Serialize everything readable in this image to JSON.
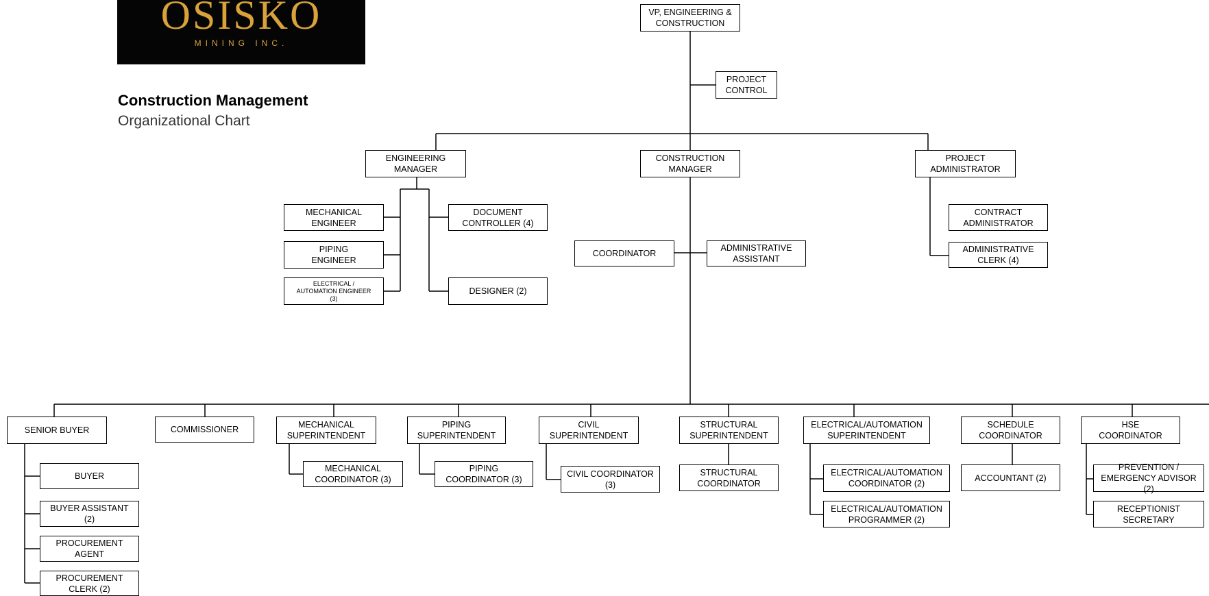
{
  "logo": {
    "name": "OSISKO",
    "subtitle": "MINING INC."
  },
  "heading": {
    "title": "Construction Management",
    "subtitle": "Organizational Chart"
  },
  "nodes": {
    "vp": "VP, ENGINEERING &\nCONSTRUCTION",
    "project_control": "PROJECT\nCONTROL",
    "engineering_manager": "ENGINEERING\nMANAGER",
    "construction_manager": "CONSTRUCTION\nMANAGER",
    "project_administrator": "PROJECT\nADMINISTRATOR",
    "mechanical_engineer": "MECHANICAL\nENGINEER",
    "piping_engineer": "PIPING\nENGINEER",
    "electrical_engineer": "ELECTRICAL /\nAUTOMATION ENGINEER\n(3)",
    "document_controller": "DOCUMENT\nCONTROLLER (4)",
    "designer": "DESIGNER (2)",
    "coordinator": "COORDINATOR",
    "administrative_assistant": "ADMINISTRATIVE\nASSISTANT",
    "contract_administrator": "CONTRACT\nADMINISTRATOR",
    "administrative_clerk": "ADMINISTRATIVE\nCLERK (4)",
    "senior_buyer": "SENIOR BUYER",
    "buyer": "BUYER",
    "buyer_assistant": "BUYER ASSISTANT\n(2)",
    "procurement_agent": "PROCUREMENT\nAGENT",
    "procurement_clerk": "PROCUREMENT\nCLERK (2)",
    "commissioner": "COMMISSIONER",
    "mechanical_superintendent": "MECHANICAL\nSUPERINTENDENT",
    "mechanical_coordinator": "MECHANICAL\nCOORDINATOR (3)",
    "piping_superintendent": "PIPING\nSUPERINTENDENT",
    "piping_coordinator": "PIPING\nCOORDINATOR (3)",
    "civil_superintendent": "CIVIL\nSUPERINTENDENT",
    "civil_coordinator": "CIVIL COORDINATOR\n(3)",
    "structural_superintendent": "STRUCTURAL\nSUPERINTENDENT",
    "structural_coordinator": "STRUCTURAL\nCOORDINATOR",
    "electrical_superintendent": "ELECTRICAL/AUTOMATION\nSUPERINTENDENT",
    "electrical_coordinator": "ELECTRICAL/AUTOMATION\nCOORDINATOR (2)",
    "electrical_programmer": "ELECTRICAL/AUTOMATION\nPROGRAMMER (2)",
    "schedule_coordinator": "SCHEDULE\nCOORDINATOR",
    "accountant": "ACCOUNTANT (2)",
    "hse_coordinator": "HSE\nCOORDINATOR",
    "prevention_advisor": "PREVENTION /\nEMERGENCY ADVISOR (2)",
    "receptionist_secretary": "RECEPTIONIST\nSECRETARY"
  }
}
